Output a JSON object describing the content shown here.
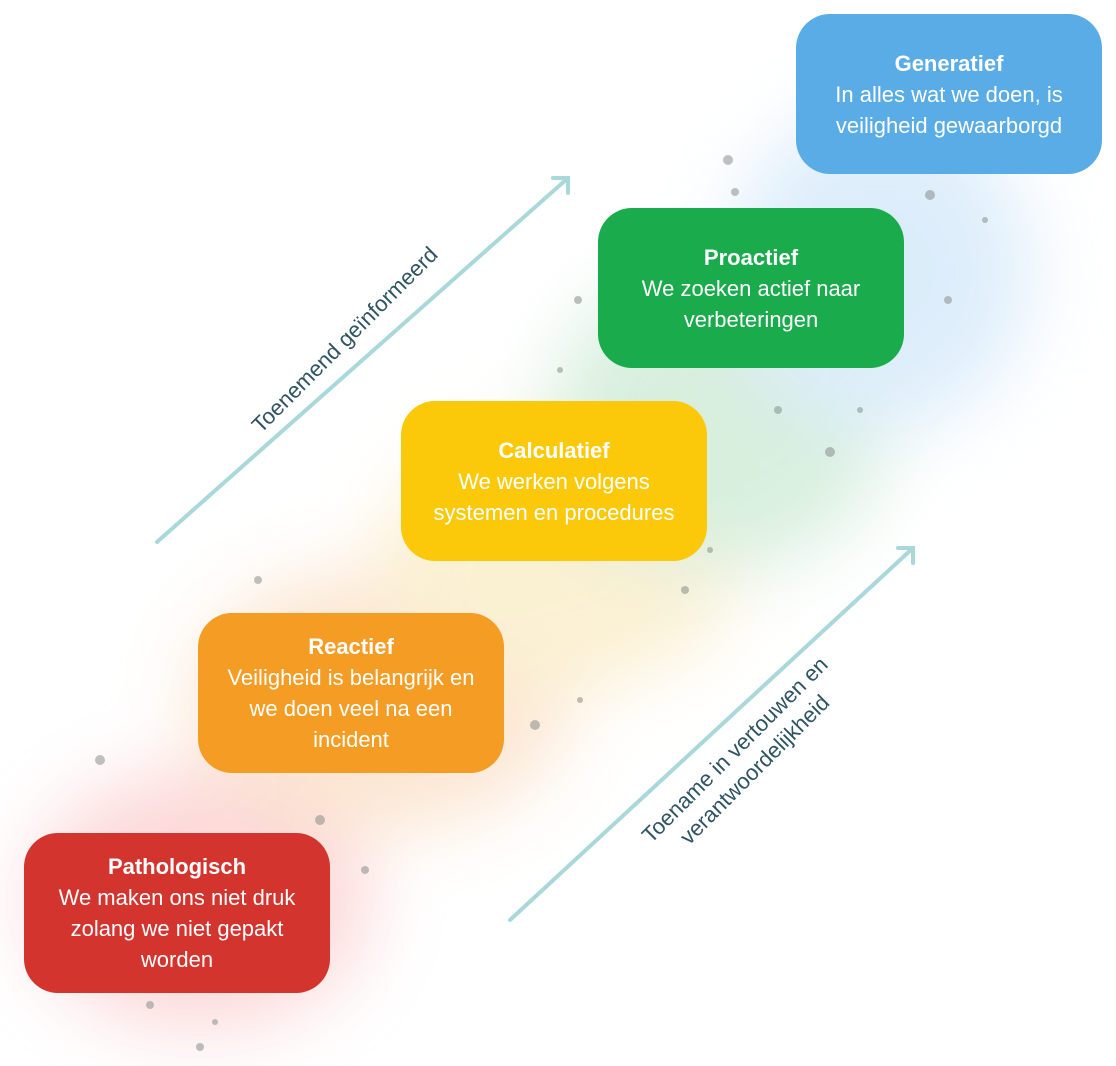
{
  "stages": [
    {
      "id": "pathologisch",
      "title": "Pathologisch",
      "lines": [
        "We maken ons niet druk",
        "zolang we niet gepakt",
        "worden"
      ],
      "color": "#d4342e"
    },
    {
      "id": "reactief",
      "title": "Reactief",
      "lines": [
        "Veiligheid is belangrijk en",
        "we doen veel na een",
        "incident"
      ],
      "color": "#f49c24"
    },
    {
      "id": "calculatief",
      "title": "Calculatief",
      "lines": [
        "We werken volgens",
        "systemen en procedures"
      ],
      "color": "#fcc90a"
    },
    {
      "id": "proactief",
      "title": "Proactief",
      "lines": [
        "We zoeken actief naar",
        "verbeteringen"
      ],
      "color": "#1aab4c"
    },
    {
      "id": "generatief",
      "title": "Generatief",
      "lines": [
        "In alles wat we doen, is",
        "veiligheid gewaarborgd"
      ],
      "color": "#5aace6"
    }
  ],
  "arrows": {
    "left_label": "Toenemend geïnformeerd",
    "right_label_line1": "Toename in vertouwen en",
    "right_label_line2": "verantwoordelijkheid",
    "color": "#a8d8da"
  },
  "watercolor_colors": [
    "#f7a9a9",
    "#f8c79a",
    "#f6df9c",
    "#a9dcb6",
    "#b3d8f5"
  ]
}
